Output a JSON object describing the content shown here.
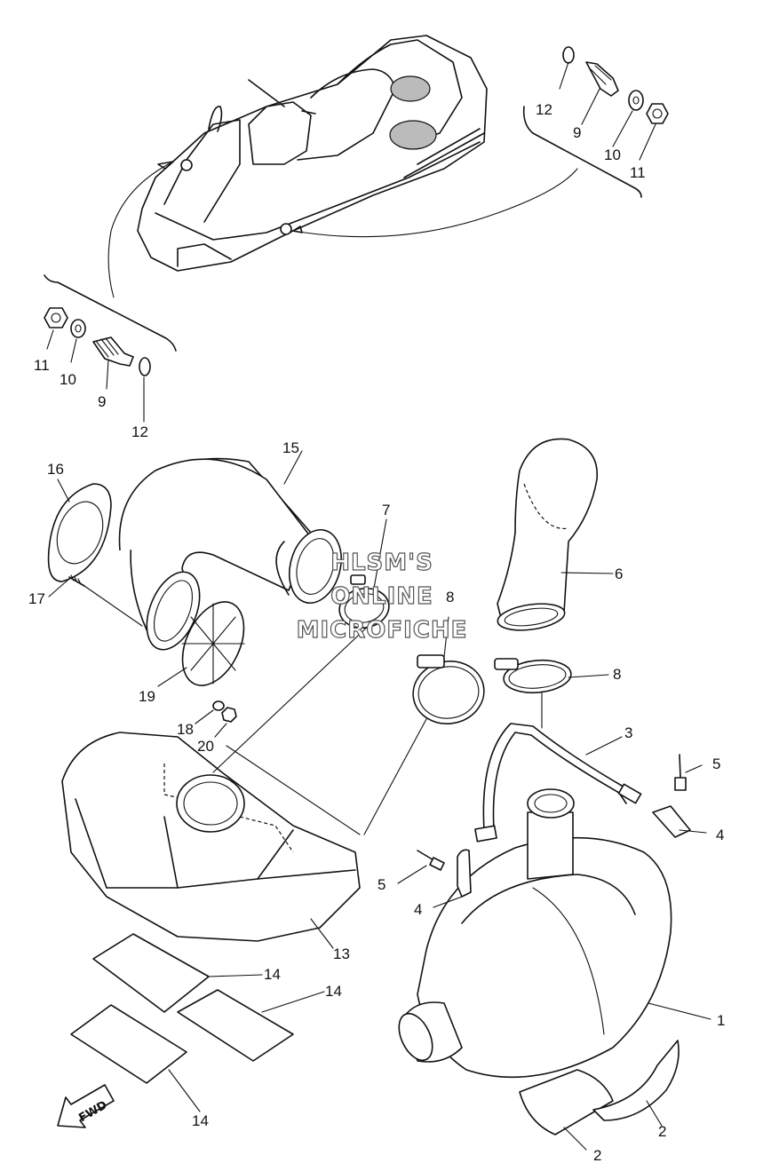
{
  "labels": {
    "l1": "1",
    "l2a": "2",
    "l2b": "2",
    "l3": "3",
    "l4a": "4",
    "l4b": "4",
    "l5a": "5",
    "l5b": "5",
    "l6": "6",
    "l7": "7",
    "l8a": "8",
    "l8b": "8",
    "l9a": "9",
    "l9b": "9",
    "l10a": "10",
    "l10b": "10",
    "l11a": "11",
    "l11b": "11",
    "l12a": "12",
    "l12b": "12",
    "l13": "13",
    "l14a": "14",
    "l14b": "14",
    "l14c": "14",
    "l15": "15",
    "l16": "16",
    "l17": "17",
    "l18": "18",
    "l19": "19",
    "l20": "20"
  },
  "watermark": {
    "line1": "HLSM'S",
    "line2": "ONLINE",
    "line3": "MICROFICHE"
  },
  "fwd_marker": "FWD"
}
